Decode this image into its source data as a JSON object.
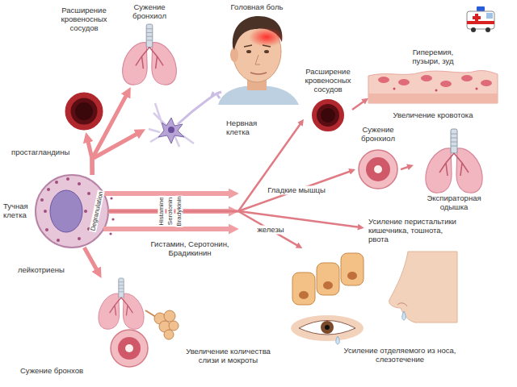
{
  "diagram": {
    "nodes": [
      {
        "text": [
          "Расширение кровеносных сосудов"
        ]
      },
      {
        "text": [
          "Сужение бронхиол"
        ]
      },
      {
        "text": [
          "Головная боль"
        ]
      },
      {
        "text": [
          "Нервная клетка"
        ]
      },
      {
        "text": [
          "Расширение кровеносных сосудов"
        ]
      },
      {
        "text": [
          "Гиперемия, пузыри, зуд",
          "Увеличение кровотока"
        ]
      },
      {
        "text": [
          "Сужение бронхиол"
        ]
      },
      {
        "text": [
          "Экспираторная одышка"
        ]
      },
      {
        "text": [
          "Тучная клетка",
          "Degranulation"
        ]
      },
      {
        "text": [
          "Усиление отделяемого из носа, слезотечение"
        ]
      },
      {
        "text": [
          "Увеличение количества слизи и мокроты",
          "Сужение бронхов"
        ]
      }
    ],
    "edges": [
      {
        "from": 8,
        "to": 0,
        "arrow": "to"
      },
      {
        "from": 8,
        "to": 1,
        "arrow": "to"
      },
      {
        "from": 8,
        "to": 3,
        "arrow": "to"
      },
      {
        "from": 4,
        "to": 5,
        "arrow": "to"
      },
      {
        "from": 8,
        "to": 4,
        "arrow": "to"
      },
      {
        "from": 8,
        "to": 6,
        "label": "Гладкие мышцы",
        "arrow": "to"
      },
      {
        "from": 6,
        "to": 7,
        "arrow": "to"
      },
      {
        "from": 8,
        "to": 9,
        "label": "железы",
        "arrow": "to"
      },
      {
        "from": 8,
        "to": 10,
        "arrow": "to"
      }
    ],
    "labels": [
      "простагландины",
      "Histamine",
      "Serotonin",
      "Bradykinin",
      "Гистамин, Серотонин, Брадикинин",
      "Усиление перистальтики кишечника, тошнота, рвота",
      "лейкотриены"
    ]
  }
}
